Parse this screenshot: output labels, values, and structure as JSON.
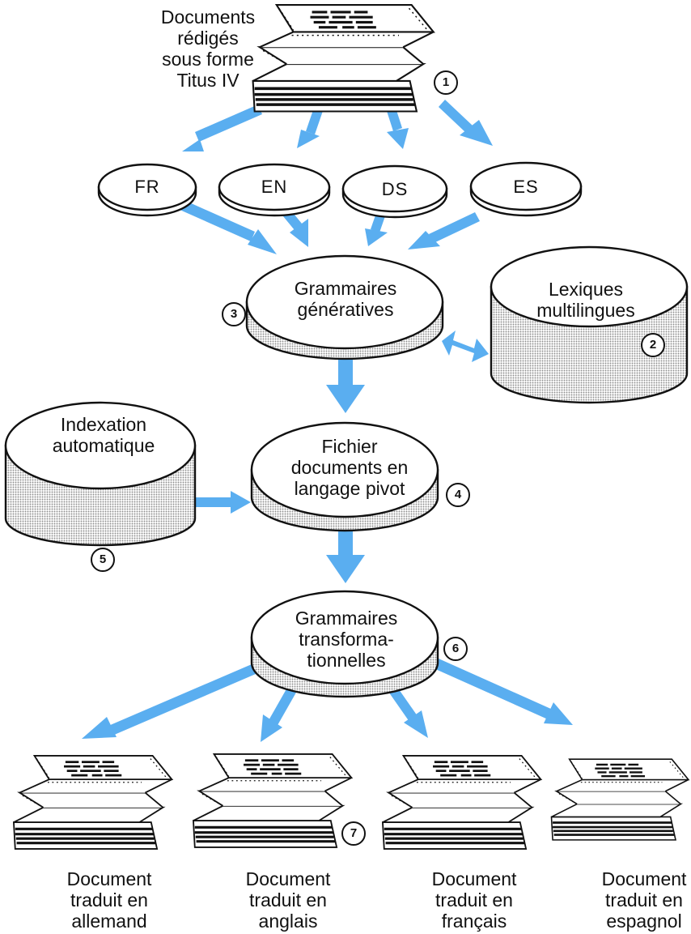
{
  "colors": {
    "arrow": "#5aaef0",
    "ink": "#111111",
    "dots": "#8f8f8f"
  },
  "source": {
    "label": [
      "Documents",
      "rédigés",
      "sous forme",
      "Titus IV"
    ]
  },
  "languages": [
    "FR",
    "EN",
    "DS",
    "ES"
  ],
  "stores": {
    "grammaires_generatives": [
      "Grammaires",
      "génératives"
    ],
    "lexiques": [
      "Lexiques",
      "multilingues"
    ],
    "indexation": [
      "Indexation",
      "automatique"
    ],
    "fichier_pivot": [
      "Fichier",
      "documents  en",
      "langage pivot"
    ],
    "grammaires_transfo": [
      "Grammaires",
      "transforma-",
      "tionnelles"
    ]
  },
  "markers": [
    "1",
    "2",
    "3",
    "4",
    "5",
    "6",
    "7"
  ],
  "outputs": [
    [
      "Document",
      "traduit en",
      "allemand"
    ],
    [
      "Document",
      "traduit en",
      "anglais"
    ],
    [
      "Document",
      "traduit en",
      "français"
    ],
    [
      "Document",
      "traduit en",
      "espagnol"
    ]
  ],
  "icons": [
    "document-stack-icon",
    "arrow-icon",
    "disk-icon",
    "cylinder-icon"
  ]
}
